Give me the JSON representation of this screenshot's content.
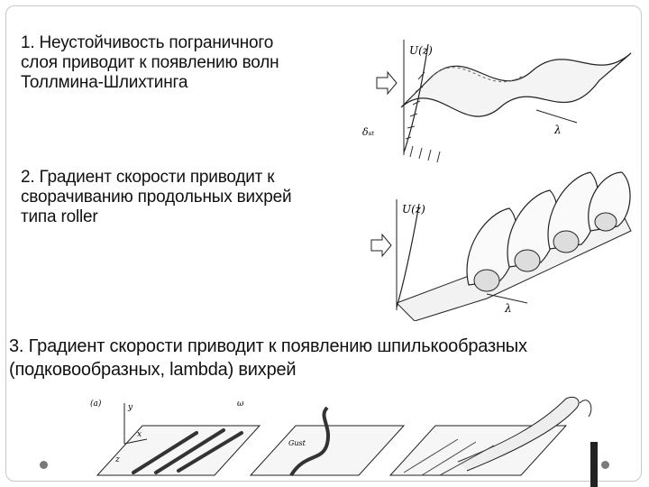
{
  "slide": {
    "item1": {
      "lines": [
        "1. Неустойчивость пограничного",
        "слоя приводит к появлению волн",
        "Толлмина-Шлихтинга"
      ]
    },
    "item2": {
      "lines": [
        "2. Градиент скорости приводит к",
        "сворачиванию продольных вихрей",
        "типа roller"
      ]
    },
    "item3": {
      "lines": [
        "3. Градиент скорости приводит к появлению шпилькообразных",
        "(подковообразных, lambda) вихрей"
      ]
    }
  },
  "figures": {
    "wave": {
      "velocity_label": "U(z)",
      "thickness_label": "δₛₜ",
      "wavelength_label": "λ"
    },
    "roller": {
      "velocity_label": "U(z)",
      "wavelength_label": "λ"
    },
    "hairpin": {
      "panel_label": "(a)",
      "axis_y": "y",
      "axis_x": "x",
      "axis_z": "z",
      "omega_label": "ω",
      "gust_label": "Gust"
    }
  }
}
